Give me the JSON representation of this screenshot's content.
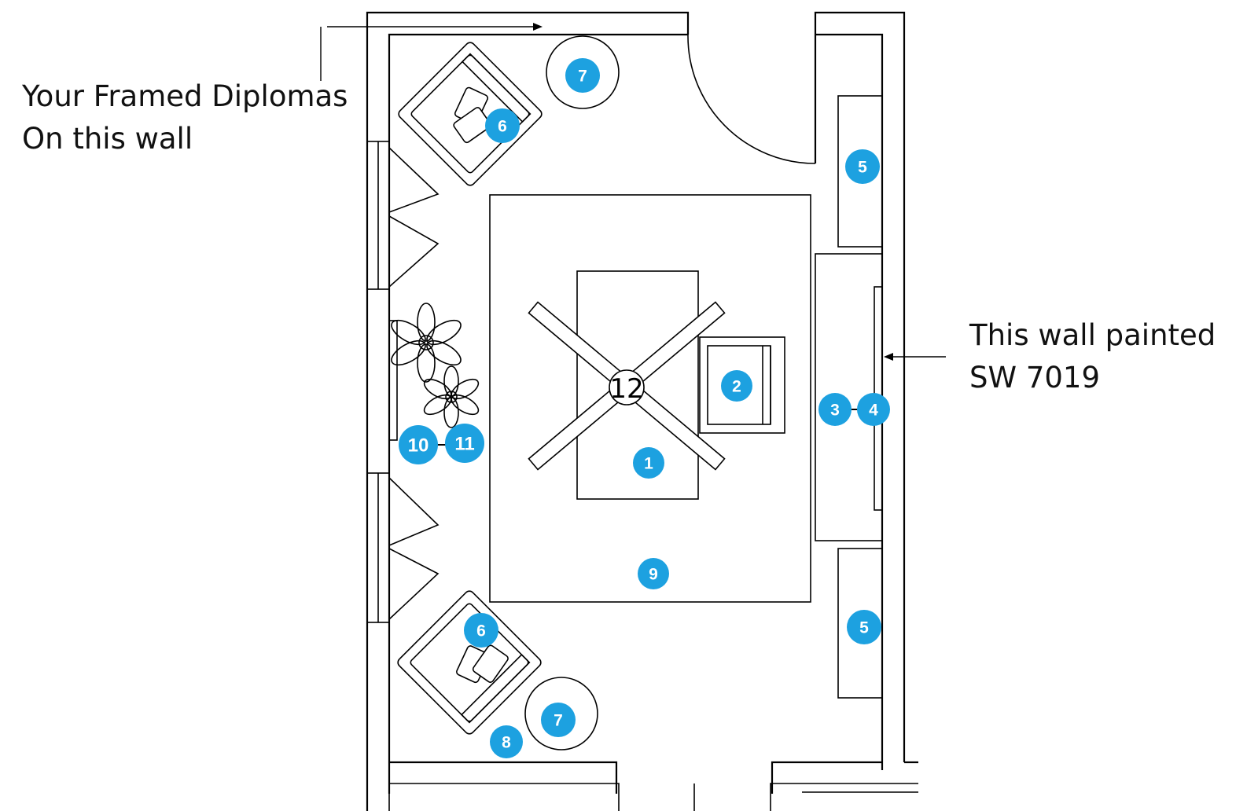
{
  "annotations": {
    "diplomas": [
      "Your Framed Diplomas",
      "On this wall"
    ],
    "paint": [
      "This wall painted",
      "SW 7019"
    ]
  },
  "fan_label": "12",
  "badges": [
    "1",
    "2",
    "3",
    "4",
    "5",
    "5",
    "6",
    "6",
    "7",
    "7",
    "8",
    "9",
    "10",
    "11"
  ],
  "colors": {
    "badge": "#1da1e0",
    "line": "#000000",
    "background": "#ffffff"
  },
  "icons": [
    "armchair-icon",
    "side-table-icon",
    "desk-icon",
    "desk-chair-icon",
    "ceiling-fan-icon",
    "rug-icon",
    "bookshelf-icon",
    "console-icon",
    "plant-icon",
    "door-swing-icon",
    "window-icon"
  ]
}
